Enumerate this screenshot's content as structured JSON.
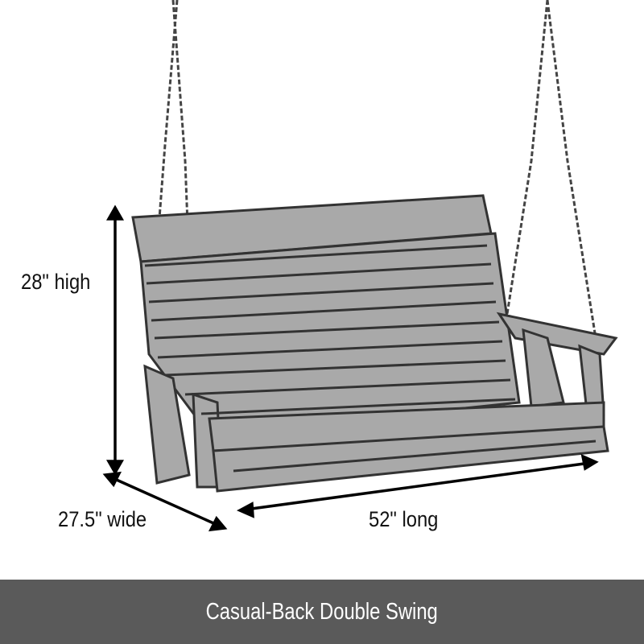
{
  "dimensions": {
    "height": "28\" high",
    "width": "27.5\" wide",
    "length": "52\" long"
  },
  "caption": "Casual-Back Double Swing",
  "colors": {
    "caption_bg": "#5a5a5a",
    "swing_fill": "#a9a9a9",
    "swing_outline": "#333333"
  }
}
